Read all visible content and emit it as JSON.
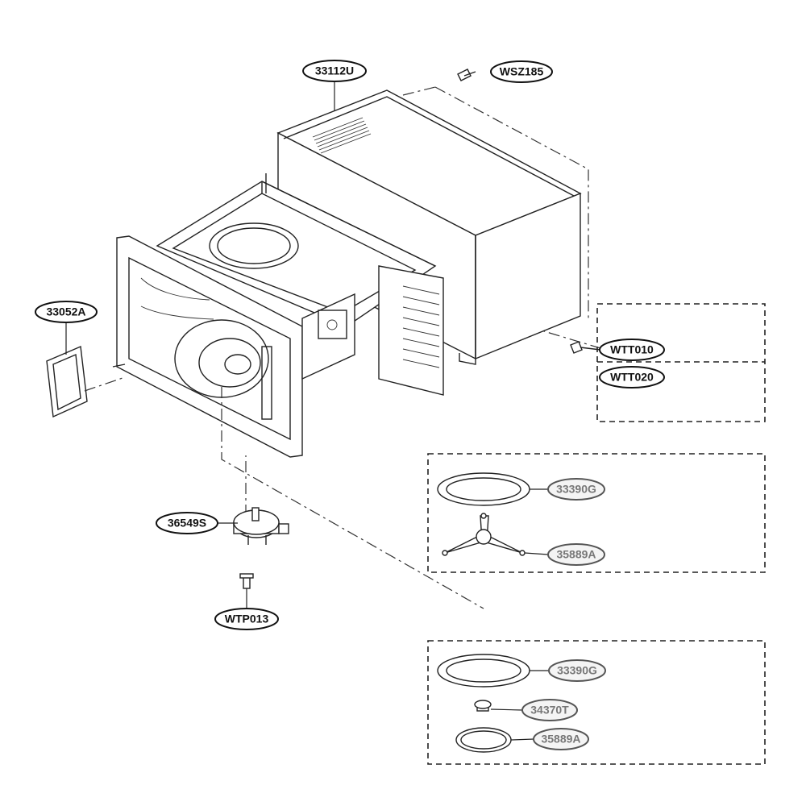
{
  "parts": {
    "cabinet": "33112U",
    "cabinet_screw": "WSZ185",
    "screw_a": "WTT010",
    "screw_b": "WTT020",
    "cover": "33052A",
    "motor": "36549S",
    "motor_screw": "WTP013",
    "tray_a": "33390G",
    "support_a": "35889A",
    "tray_b": "33390G",
    "coupler_b": "34370T",
    "support_b": "35889A"
  },
  "colors": {
    "line": "#222222",
    "label_border": "#111111",
    "label_dim_text": "#777777"
  }
}
